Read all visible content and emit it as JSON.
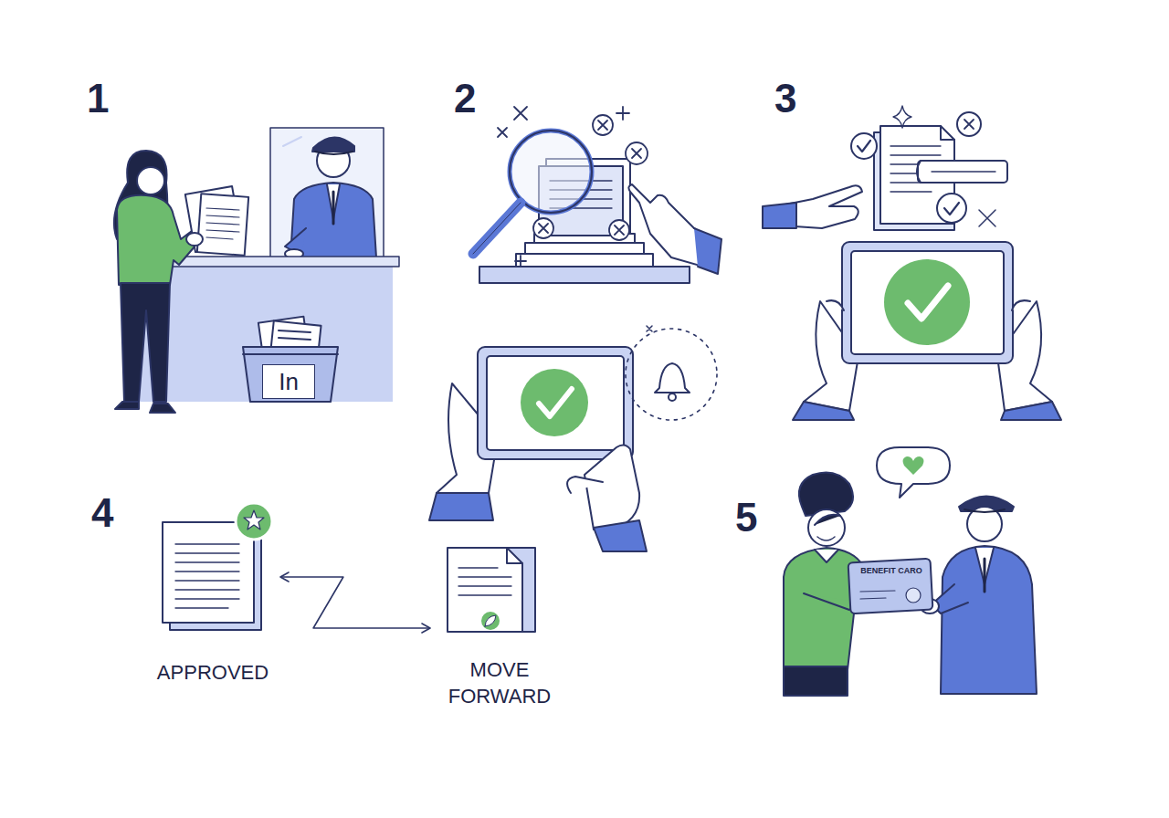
{
  "diagram": {
    "nodes": [
      {
        "text": [
          "In"
        ]
      },
      {
        "text": [
          "APPROVED"
        ]
      },
      {
        "text": [
          "MOVE FORWARD"
        ]
      },
      {
        "text": [
          "BENEFIT CARO"
        ]
      }
    ],
    "edges": [
      {
        "from": 1,
        "to": 2,
        "arrow": "both"
      }
    ],
    "labels": [
      "1",
      "2",
      "3",
      "4",
      "5"
    ]
  }
}
